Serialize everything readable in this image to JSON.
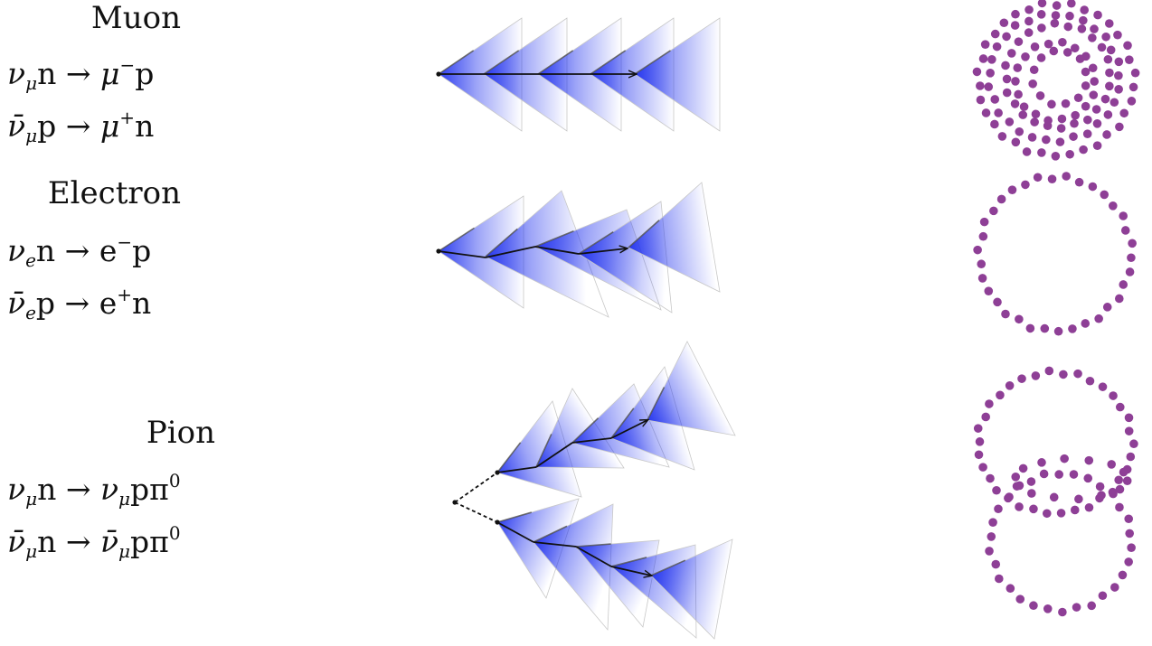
{
  "rows": [
    {
      "title": "Muon",
      "reactions": [
        {
          "lhs_symbol": "ν",
          "lhs_sub": "μ",
          "lhs_target": "n",
          "arrow": "→",
          "rhs_particle": "μ",
          "rhs_sup": "−",
          "rhs_rest": "p"
        },
        {
          "lhs_symbol": "ν̄",
          "lhs_sub": "μ",
          "lhs_target": "p",
          "arrow": "→",
          "rhs_particle": "μ",
          "rhs_sup": "+",
          "rhs_rest": "n"
        }
      ]
    },
    {
      "title": "Electron",
      "reactions": [
        {
          "lhs_symbol": "ν",
          "lhs_sub": "e",
          "lhs_target": "n",
          "arrow": "→",
          "rhs_particle": "e",
          "rhs_sup": "−",
          "rhs_rest": "p"
        },
        {
          "lhs_symbol": "ν̄",
          "lhs_sub": "e",
          "lhs_target": "p",
          "arrow": "→",
          "rhs_particle": "e",
          "rhs_sup": "+",
          "rhs_rest": "n"
        }
      ]
    },
    {
      "title": "Pion",
      "reactions": [
        {
          "lhs_symbol": "ν",
          "lhs_sub": "μ",
          "lhs_target": "n",
          "arrow": "→",
          "rhs_particle": "ν",
          "rhs_sub": "μ",
          "rhs_rest": "pπ",
          "rhs_sup": "0"
        },
        {
          "lhs_symbol": "ν̄",
          "lhs_sub": "μ",
          "lhs_target": "n",
          "arrow": "→",
          "rhs_particle": "ν̄",
          "rhs_sub": "μ",
          "rhs_rest": "pπ",
          "rhs_sup": "0"
        }
      ]
    }
  ],
  "colors": {
    "cone": "#2233ee",
    "ring_dots": "#8e3f96",
    "track": "#111111"
  }
}
